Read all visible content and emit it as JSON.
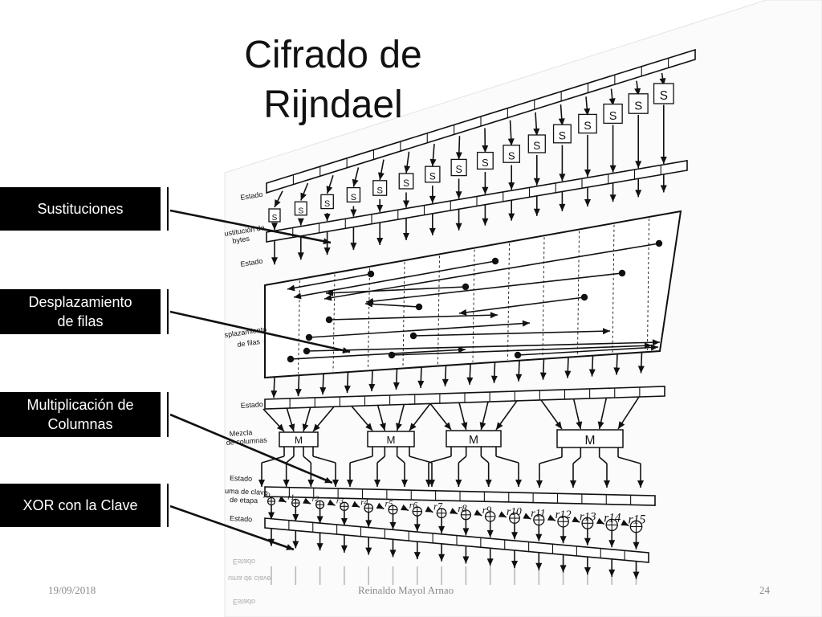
{
  "title_line1": "Cifrado de",
  "title_line2": "Rijndael",
  "callouts": {
    "sustituciones": "Sustituciones",
    "desplazamiento_1": "Desplazamiento",
    "desplazamiento_2": "de filas",
    "multiplicacion_1": "Multiplicación  de",
    "multiplicacion_2": "Columnas",
    "xor": "XOR con la Clave"
  },
  "diagram_labels": {
    "estado": "Estado",
    "sustitucion_1": "ustitución de",
    "sustitucion_2": "bytes",
    "desplaz_1": "splazamiento",
    "desplaz_2": "de filas",
    "mezcla_1": "Mezcla",
    "mezcla_2": "de columnas",
    "suma_1": "uma de clave",
    "suma_2": "de etapa",
    "sbox": "S",
    "mix": "M"
  },
  "round_keys": [
    "r0",
    "r1",
    "r2",
    "r3",
    "r4",
    "r5",
    "r6",
    "r7",
    "r8",
    "r9",
    "r10",
    "r11",
    "r12",
    "r13",
    "r14",
    "r15"
  ],
  "footer": {
    "date": "19/09/2018",
    "author": "Reinaldo Mayol Arnao",
    "page": "24"
  }
}
